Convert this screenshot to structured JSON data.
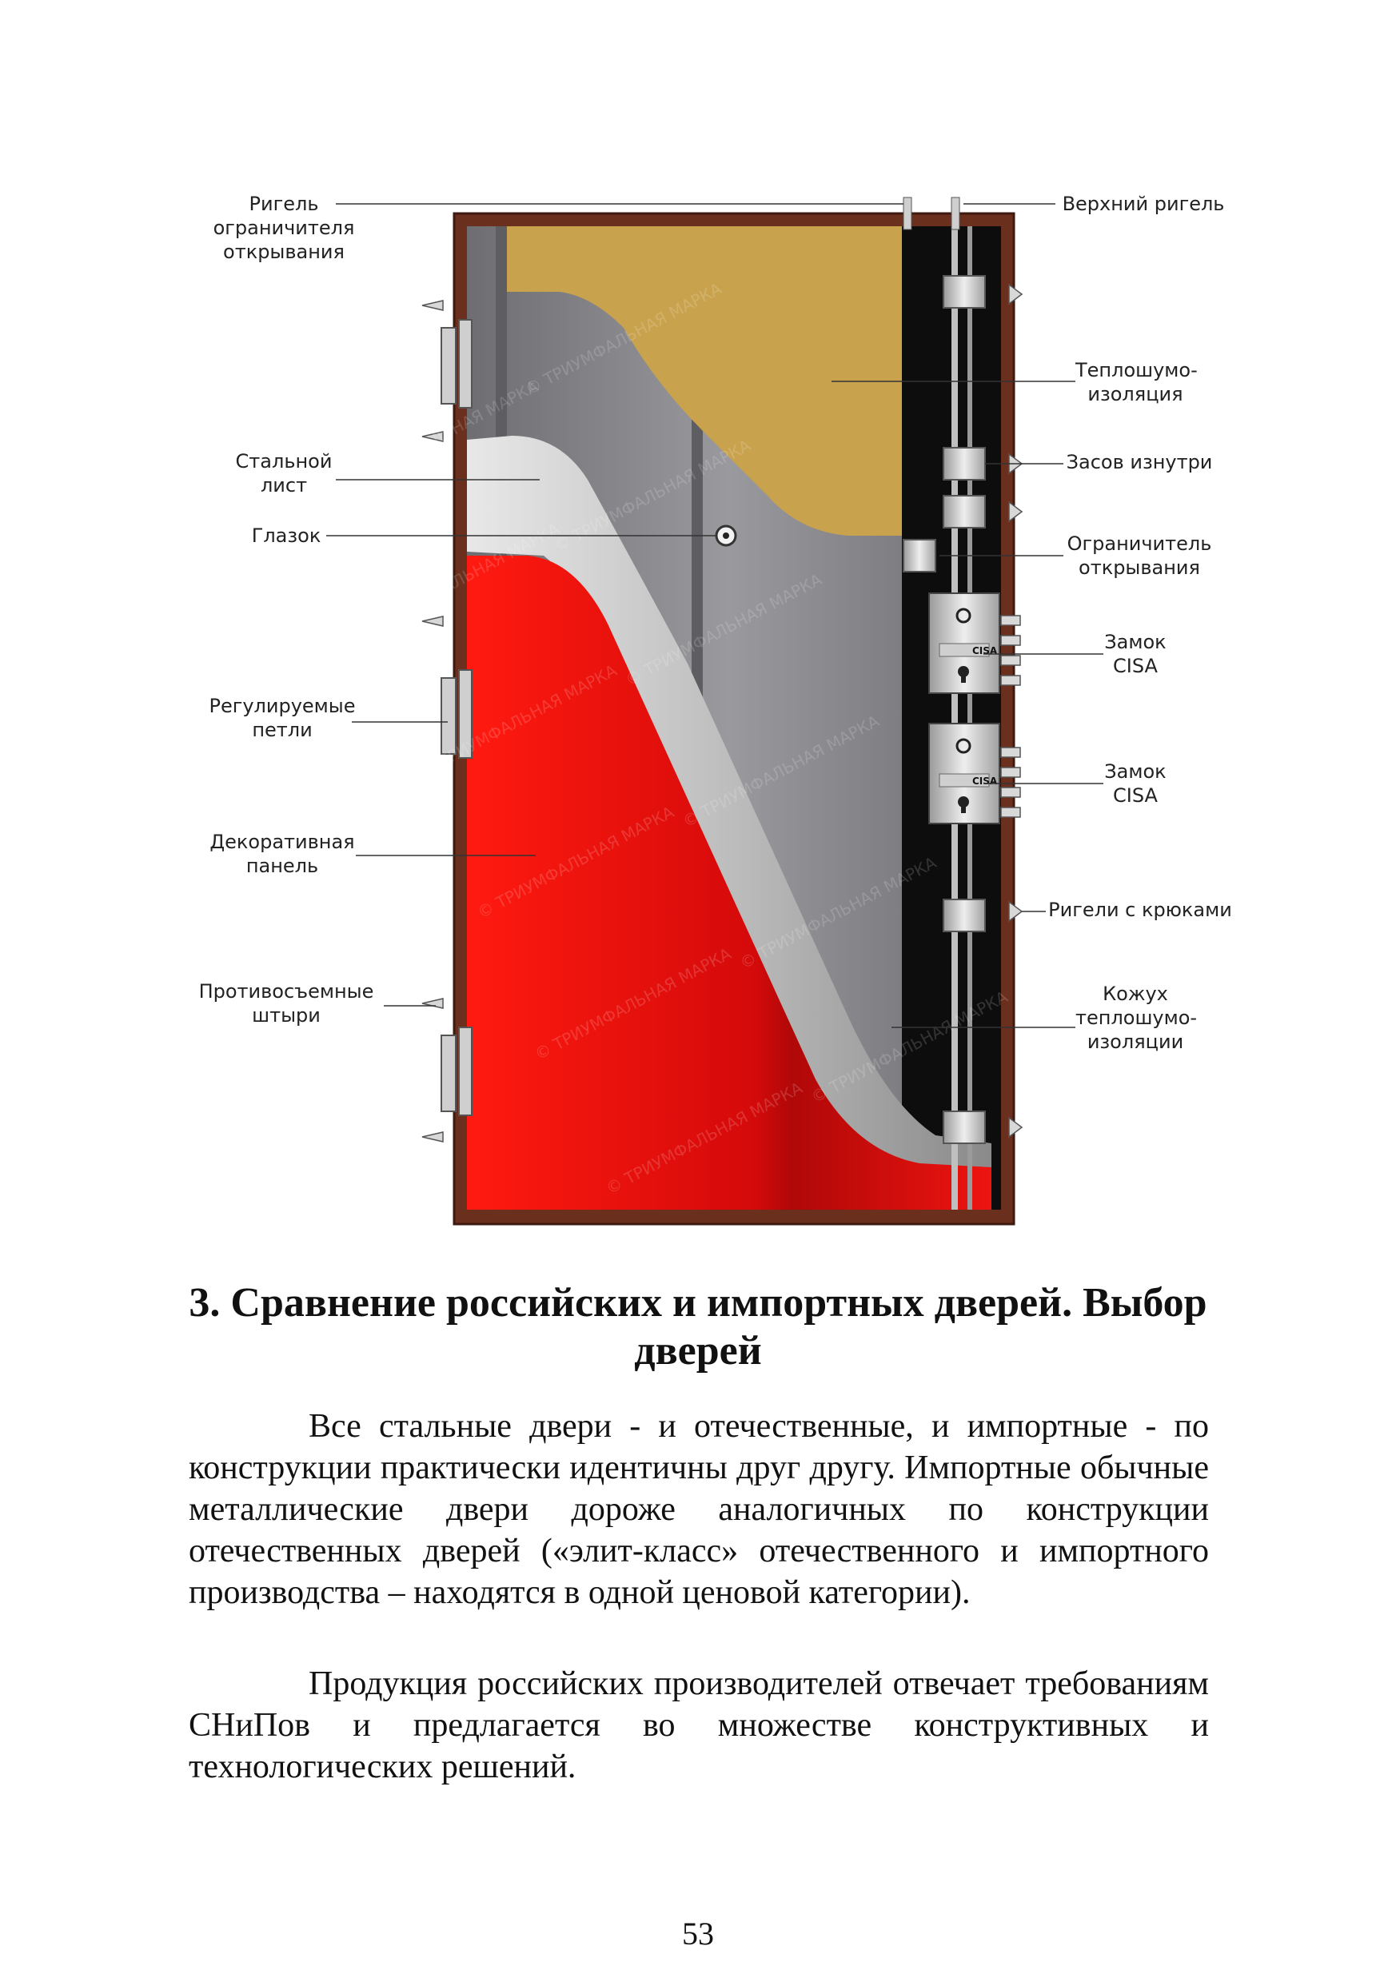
{
  "figure": {
    "labels": {
      "restrictor_bolt": "Ригель ограничителя открывания",
      "steel_sheet": "Стальной лист",
      "peephole": "Глазок",
      "adjustable_hinges": "Регулируемые петли",
      "decorative_panel": "Декоративная панель",
      "anti_removal_pins": "Противосъемные штыри",
      "top_bolt": "Верхний ригель",
      "insulation": "Теплошумо- изоляция",
      "inner_latch": "Засов изнутри",
      "opening_restrictor": "Ограничитель открывания",
      "lock_cisa_1": "Замок CISA",
      "lock_cisa_2": "Замок CISA",
      "hook_bolts": "Ригели с крюками",
      "insulation_casing": "Кожух теплошумо- изоляции"
    },
    "lock_brand": "CISA",
    "watermark": "© ТРИУМФАЛЬНАЯ МАРКА",
    "colors": {
      "frame": "#6b2f1e",
      "insulation": "#c9a24e",
      "steel": "#8c8c90",
      "panel": "#e8100e",
      "back": "#0d0d0d"
    }
  },
  "section": {
    "heading": "3. Сравнение российских и импортных дверей. Выбор дверей",
    "paragraphs": [
      "Все стальные двери - и отечественные, и импортные - по конструкции практически идентичны друг другу. Импортные обычные металлические двери дороже аналогичных по конструкции отечественных дверей («элит-класс» отечественного и импортного производства – находятся в одной ценовой категории).",
      "Продукция российских производителей отвечает требованиям СНиПов и предлагается во множестве конструктивных и технологических решений."
    ]
  },
  "page_number": "53"
}
